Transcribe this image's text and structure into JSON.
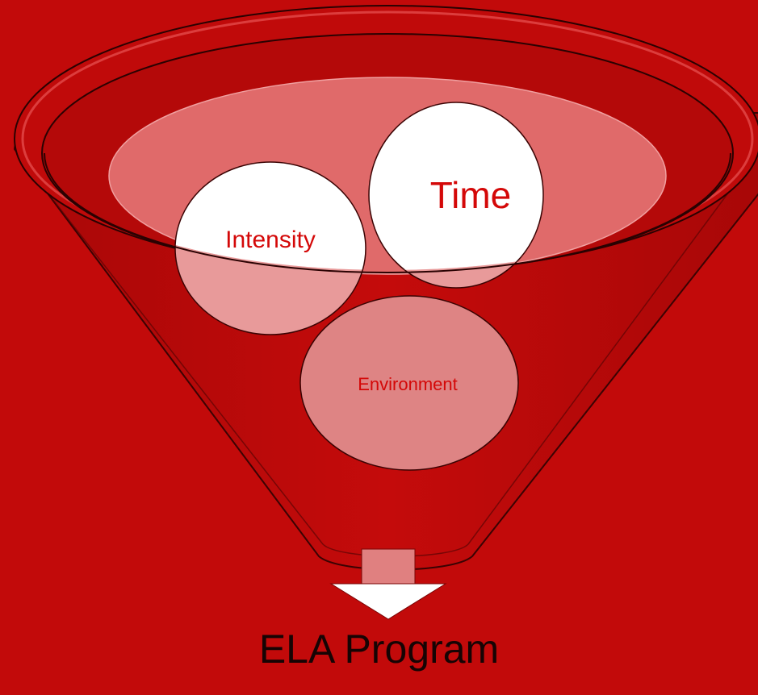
{
  "diagram": {
    "type": "funnel",
    "inputs": [
      {
        "id": "intensity",
        "label": "Intensity"
      },
      {
        "id": "time",
        "label": "Time"
      },
      {
        "id": "environment",
        "label": "Environment"
      }
    ],
    "output": {
      "label": "ELA Program"
    }
  },
  "colors": {
    "background": "#c20a0a",
    "funnel_body": "#b90a0a",
    "funnel_opening": "#e06a6a",
    "circle_fill": "#ffffff",
    "circle_translucent": "#e89a9a",
    "label_text": "#d40808",
    "output_text": "#160404"
  }
}
